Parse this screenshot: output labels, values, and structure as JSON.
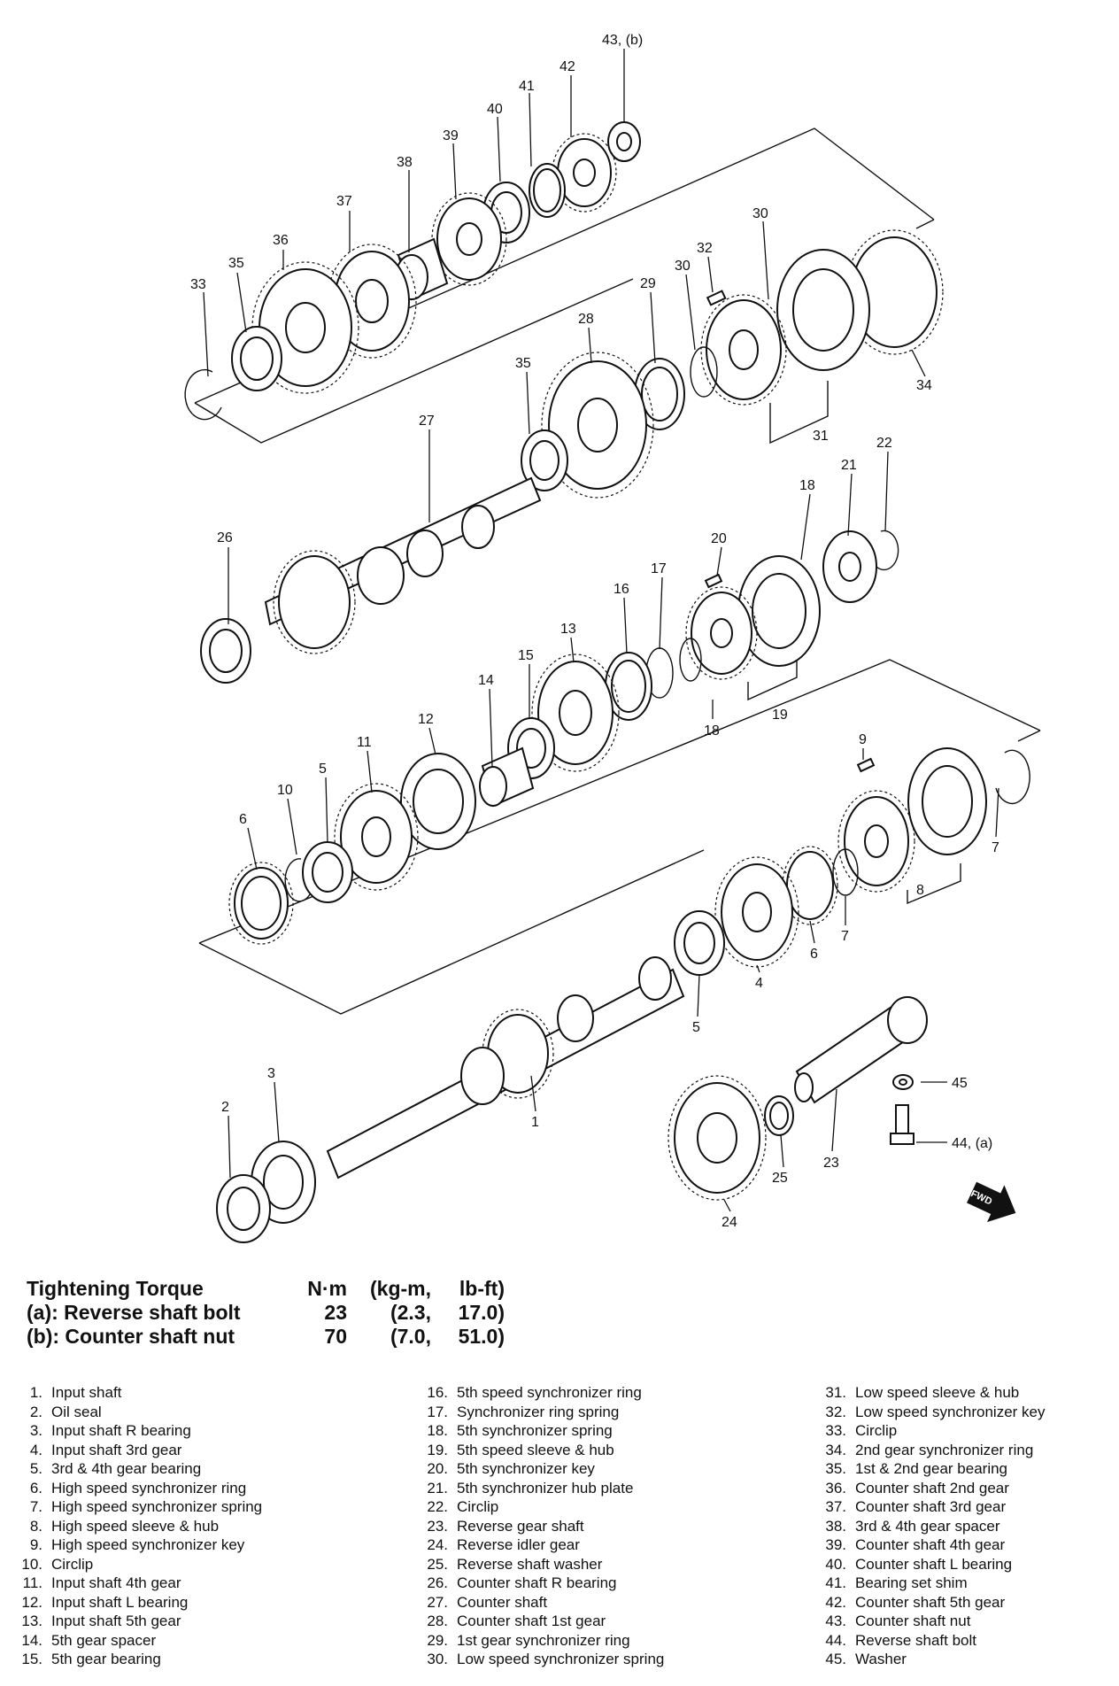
{
  "callouts": {
    "c43": "43, (b)",
    "c42": "42",
    "c41": "41",
    "c40": "40",
    "c39": "39",
    "c38": "38",
    "c37": "37",
    "c36": "36",
    "c35a": "35",
    "c33": "33",
    "c30a": "30",
    "c32": "32",
    "c29": "29",
    "c30b": "30",
    "c28": "28",
    "c35b": "35",
    "c34": "34",
    "c31": "31",
    "c27": "27",
    "c22": "22",
    "c21": "21",
    "c18a": "18",
    "c26": "26",
    "c20": "20",
    "c17": "17",
    "c16": "16",
    "c13": "13",
    "c15": "15",
    "c14": "14",
    "c12": "12",
    "c19": "19",
    "c18b": "18",
    "c11": "11",
    "c9": "9",
    "c5a": "5",
    "c10": "10",
    "c6a": "6",
    "c7a": "7",
    "c8": "8",
    "c7b": "7",
    "c6b": "6",
    "c4": "4",
    "c5b": "5",
    "c1": "1",
    "c45": "45",
    "c3": "3",
    "c2": "2",
    "c44": "44, (a)",
    "c23": "23",
    "c25": "25",
    "c24": "24"
  },
  "fwd_label": "FWD",
  "torque": {
    "header": [
      "Tightening Torque",
      "N·m",
      "(kg-m,",
      "lb-ft)"
    ],
    "rows": [
      [
        "(a): Reverse shaft bolt",
        "23",
        "(2.3,",
        "17.0)"
      ],
      [
        "(b): Counter shaft nut",
        "70",
        "(7.0,",
        "51.0)"
      ]
    ]
  },
  "legend": [
    {
      "num": "1.",
      "label": "Input shaft"
    },
    {
      "num": "2.",
      "label": "Oil seal"
    },
    {
      "num": "3.",
      "label": "Input shaft R bearing"
    },
    {
      "num": "4.",
      "label": "Input shaft 3rd gear"
    },
    {
      "num": "5.",
      "label": "3rd & 4th gear bearing"
    },
    {
      "num": "6.",
      "label": "High speed synchronizer ring"
    },
    {
      "num": "7.",
      "label": "High speed synchronizer spring"
    },
    {
      "num": "8.",
      "label": "High speed sleeve & hub"
    },
    {
      "num": "9.",
      "label": "High speed synchronizer key"
    },
    {
      "num": "10.",
      "label": "Circlip"
    },
    {
      "num": "11.",
      "label": "Input shaft 4th gear"
    },
    {
      "num": "12.",
      "label": "Input shaft L bearing"
    },
    {
      "num": "13.",
      "label": "Input shaft 5th gear"
    },
    {
      "num": "14.",
      "label": "5th gear spacer"
    },
    {
      "num": "15.",
      "label": "5th gear bearing"
    },
    {
      "num": "16.",
      "label": "5th speed synchronizer ring"
    },
    {
      "num": "17.",
      "label": "Synchronizer ring spring"
    },
    {
      "num": "18.",
      "label": "5th synchronizer spring"
    },
    {
      "num": "19.",
      "label": "5th speed sleeve & hub"
    },
    {
      "num": "20.",
      "label": "5th synchronizer key"
    },
    {
      "num": "21.",
      "label": "5th synchronizer hub plate"
    },
    {
      "num": "22.",
      "label": "Circlip"
    },
    {
      "num": "23.",
      "label": "Reverse gear shaft"
    },
    {
      "num": "24.",
      "label": "Reverse idler gear"
    },
    {
      "num": "25.",
      "label": "Reverse shaft washer"
    },
    {
      "num": "26.",
      "label": "Counter shaft R bearing"
    },
    {
      "num": "27.",
      "label": "Counter shaft"
    },
    {
      "num": "28.",
      "label": "Counter shaft 1st gear"
    },
    {
      "num": "29.",
      "label": "1st gear synchronizer ring"
    },
    {
      "num": "30.",
      "label": "Low speed synchronizer spring"
    },
    {
      "num": "31.",
      "label": "Low speed sleeve & hub"
    },
    {
      "num": "32.",
      "label": "Low speed synchronizer key"
    },
    {
      "num": "33.",
      "label": "Circlip"
    },
    {
      "num": "34.",
      "label": "2nd gear synchronizer ring"
    },
    {
      "num": "35.",
      "label": "1st & 2nd gear bearing"
    },
    {
      "num": "36.",
      "label": "Counter shaft 2nd gear"
    },
    {
      "num": "37.",
      "label": "Counter shaft 3rd gear"
    },
    {
      "num": "38.",
      "label": "3rd & 4th gear spacer"
    },
    {
      "num": "39.",
      "label": "Counter shaft 4th gear"
    },
    {
      "num": "40.",
      "label": "Counter shaft L bearing"
    },
    {
      "num": "41.",
      "label": "Bearing set shim"
    },
    {
      "num": "42.",
      "label": "Counter shaft 5th gear"
    },
    {
      "num": "43.",
      "label": "Counter shaft nut"
    },
    {
      "num": "44.",
      "label": "Reverse shaft bolt"
    },
    {
      "num": "45.",
      "label": "Washer"
    }
  ]
}
